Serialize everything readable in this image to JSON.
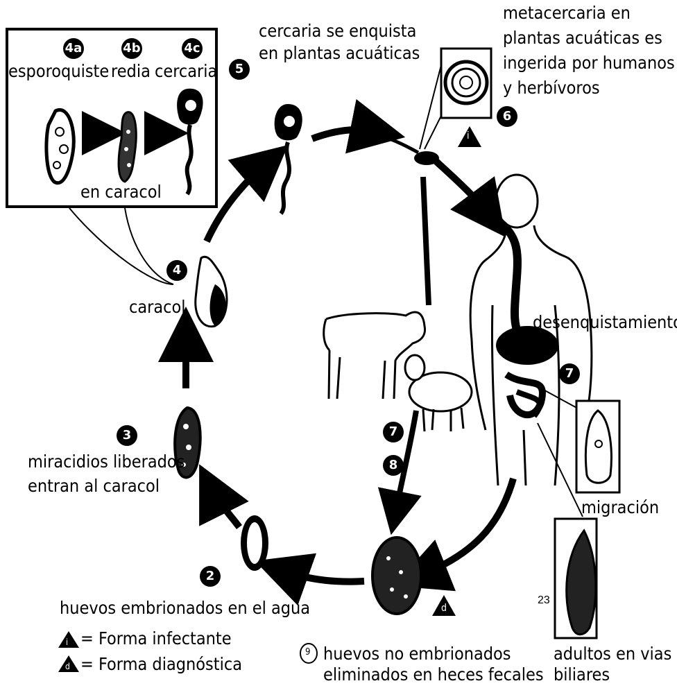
{
  "stages": {
    "s4a": {
      "badge": "4a",
      "label": "esporoquiste"
    },
    "s4b": {
      "badge": "4b",
      "label": "redia"
    },
    "s4c": {
      "badge": "4c",
      "label": "cercaria"
    },
    "in_snail": "en caracol",
    "s5": {
      "badge": "5",
      "label_line1": "cercaria se enquista",
      "label_line2": "en plantas acuáticas"
    },
    "s6": {
      "badge": "6",
      "label_line1": "metacercaria en",
      "label_line2": "plantas acuáticas es",
      "label_line3": "ingerida por humanos",
      "label_line4": "y herbívoros"
    },
    "s4": {
      "badge": "4",
      "label": "caracol"
    },
    "s3": {
      "badge": "3",
      "label_line1": "miracidios liberados",
      "label_line2": "entran al caracol"
    },
    "s2": {
      "badge": "2",
      "label": "huevos embrionados en el agua"
    },
    "s7_excyst": {
      "badge": "7",
      "label": "desenquistamiento"
    },
    "s7_migration": "migración",
    "s7": {
      "badge": "7"
    },
    "s8": {
      "badge": "8"
    },
    "adults": {
      "label_line1": "adultos en vias",
      "label_line2": "biliares"
    },
    "eggs": {
      "badge": "9",
      "label_line1": "huevos no embrionados",
      "label_line2": "eliminados en heces fecales"
    }
  },
  "legend": {
    "infective": {
      "symbol": "i",
      "text": "= Forma infectante"
    },
    "diagnostic": {
      "symbol": "d",
      "text": "= Forma diagnóstica"
    }
  },
  "marker_i": "i",
  "marker_d": "d",
  "page_number": "23"
}
